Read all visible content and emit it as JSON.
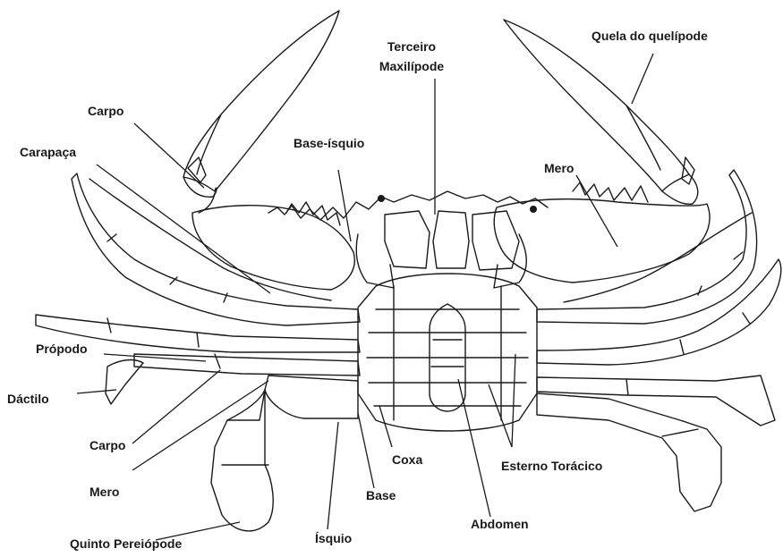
{
  "labels": {
    "quela": "Quela do quelípode",
    "terceiro_line1": "Terceiro",
    "terceiro_line2": "Maxilípode",
    "carpo_top": "Carpo",
    "carapaca": "Carapaça",
    "base_isquio": "Base-ísquio",
    "mero_top": "Mero",
    "propodo": "Própodo",
    "dactilo": "Dáctilo",
    "carpo_bottom": "Carpo",
    "mero_bottom": "Mero",
    "quinto": "Quinto Pereiópode",
    "isquio": "Ísquio",
    "base": "Base",
    "coxa": "Coxa",
    "abdomen": "Abdomen",
    "esterno": "Esterno Torácico"
  }
}
